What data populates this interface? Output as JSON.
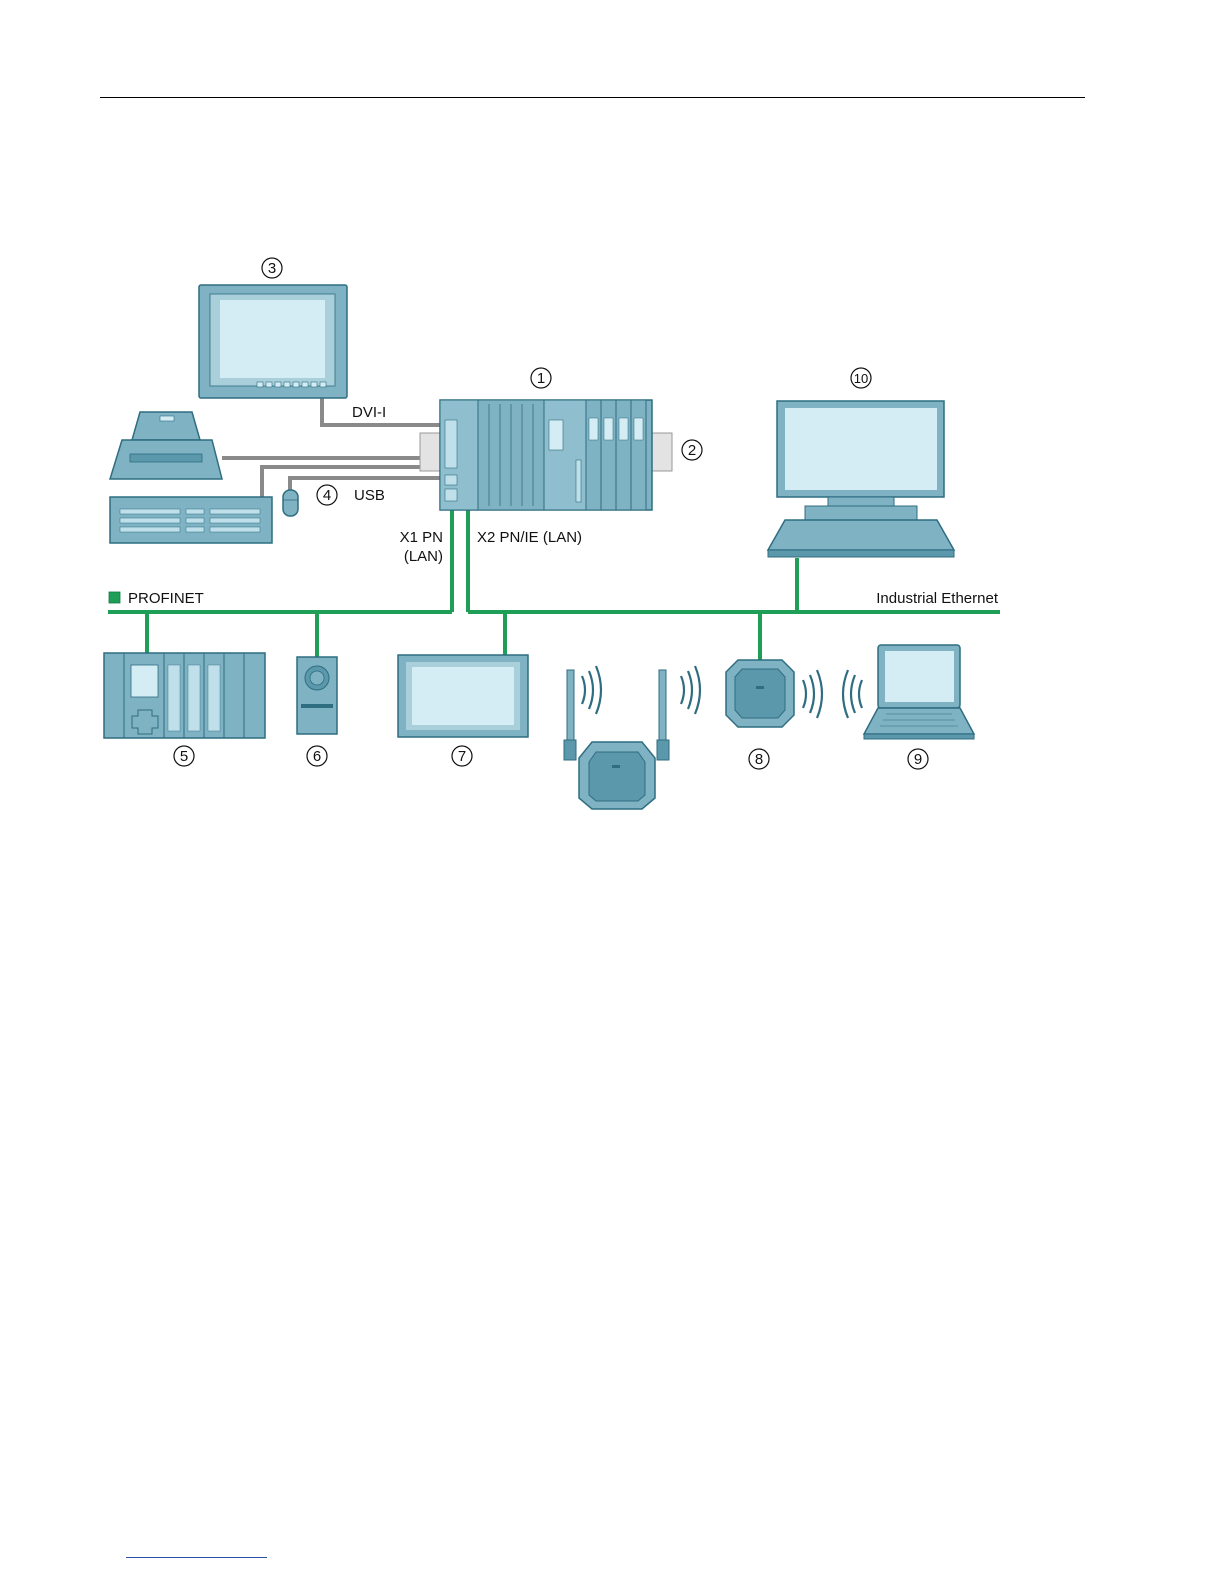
{
  "labels": {
    "dvi": "DVI-I",
    "usb": "USB",
    "x1_line1": "X1 PN",
    "x1_line2": "(LAN)",
    "x2": "X2 PN/IE (LAN)",
    "profinet": "PROFINET",
    "industrial_ethernet": "Industrial Ethernet"
  },
  "callouts": {
    "c1": "1",
    "c2": "2",
    "c3": "3",
    "c4": "4",
    "c5": "5",
    "c6": "6",
    "c7": "7",
    "c8": "8",
    "c9": "9",
    "c10": "10"
  },
  "colors": {
    "device_fill": "#7fb3c4",
    "device_stroke": "#2f6d80",
    "screen": "#d4ecf3",
    "network_green": "#1e9e57",
    "cable_gray": "#8a8a8a",
    "profinet_square": "#1e9e57"
  }
}
